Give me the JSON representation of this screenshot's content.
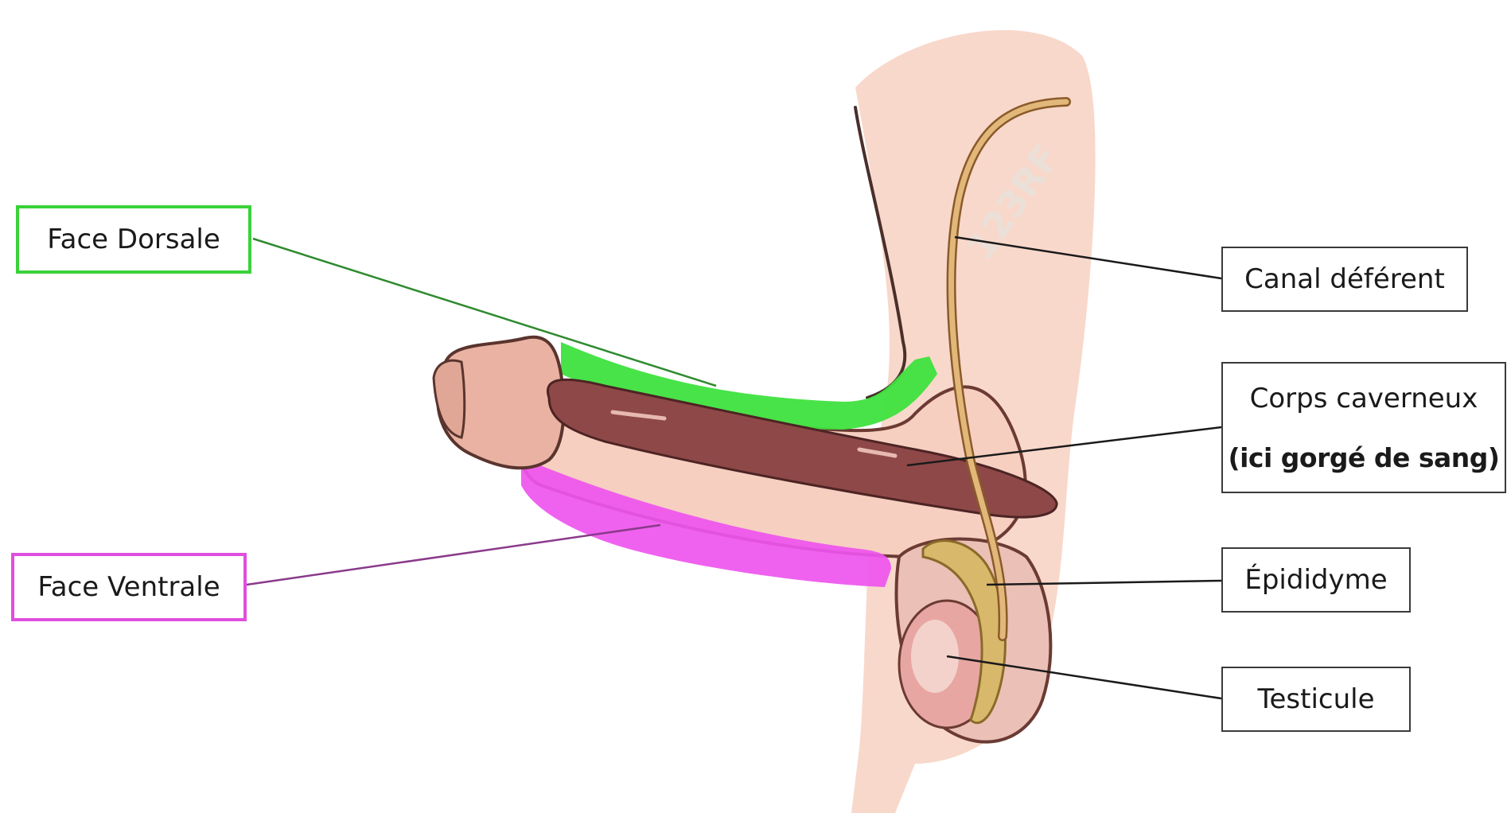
{
  "labels": {
    "face_dorsale": "Face Dorsale",
    "face_ventrale": "Face Ventrale",
    "canal_deferent": "Canal déférent",
    "corps_caverneux": "Corps caverneux",
    "corps_caverneux_note": "(ici gorgé de sang)",
    "epididyme": "Épididyme",
    "testicule": "Testicule"
  },
  "watermark": "123RF",
  "colors": {
    "dorsal_highlight": "#3ee23e",
    "ventral_highlight": "#ee55ee",
    "skin": "#f7d2c4",
    "corpus": "#8e4848",
    "vas_deferens": "#d9a460",
    "epididymis": "#d8b86a",
    "testis": "#e8a6a2"
  }
}
